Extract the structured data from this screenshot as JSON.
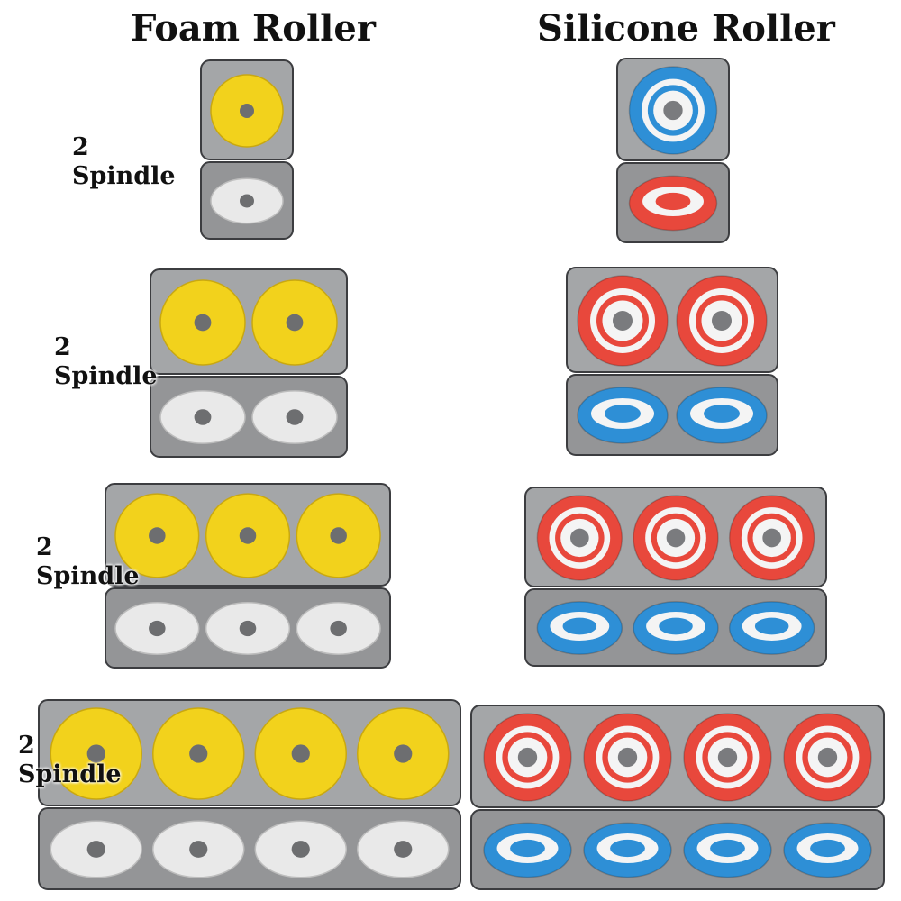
{
  "columns": {
    "foam": {
      "title": "Foam Roller"
    },
    "silicone": {
      "title": "Silicone Roller"
    }
  },
  "spindle_labels": [
    {
      "count": "2",
      "word": "Spindle"
    },
    {
      "count": "2",
      "word": "Spindle"
    },
    {
      "count": "2",
      "word": "Spindle"
    },
    {
      "count": "2",
      "word": "Spindle"
    }
  ],
  "colors": {
    "case": "#5a5c60",
    "case_light": "#8a8c90",
    "foam_yellow": "#f2d21c",
    "foam_white": "#e9e9e9",
    "silicone_red": "#e8483c",
    "silicone_blue": "#2e8fd6"
  },
  "products": [
    {
      "type": "foam",
      "rollers": 1
    },
    {
      "type": "foam",
      "rollers": 2
    },
    {
      "type": "foam",
      "rollers": 3
    },
    {
      "type": "foam",
      "rollers": 4
    },
    {
      "type": "silicone",
      "rollers": 1
    },
    {
      "type": "silicone",
      "rollers": 2
    },
    {
      "type": "silicone",
      "rollers": 3
    },
    {
      "type": "silicone",
      "rollers": 4
    }
  ]
}
